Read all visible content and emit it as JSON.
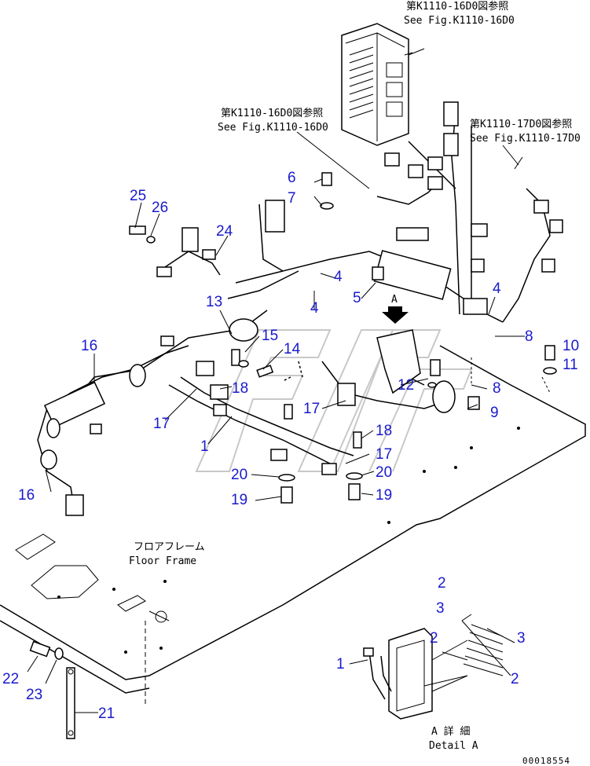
{
  "references": {
    "controller_jp": "第K1110-16D0図参照",
    "controller_en": "See Fig.K1110-16D0",
    "harness_mid_jp": "第K1110-16D0図参照",
    "harness_mid_en": "See Fig.K1110-16D0",
    "harness_right_jp": "第K1110-17D0図参照",
    "harness_right_en": "See Fig.K1110-17D0"
  },
  "floor_frame": {
    "jp": "フロアフレーム",
    "en": "Floor Frame"
  },
  "detail": {
    "letter": "A",
    "title_jp": "A 詳 細",
    "title_en": "Detail A"
  },
  "callouts": {
    "c25": "25",
    "c26": "26",
    "c24": "24",
    "c6": "6",
    "c7": "7",
    "c4a": "4",
    "c4b": "4",
    "c4c": "4",
    "c5": "5",
    "c13": "13",
    "c16a": "16",
    "c15": "15",
    "c14": "14",
    "c18a": "18",
    "c17a": "17",
    "c1": "1",
    "c12": "12",
    "c17b": "17",
    "c9": "9",
    "c8a": "8",
    "c8b": "8",
    "c10": "10",
    "c11": "11",
    "c18b": "18",
    "c17c": "17",
    "c20a": "20",
    "c20b": "20",
    "c19a": "19",
    "c19b": "19",
    "c16b": "16",
    "c2a": "2",
    "c3a": "3",
    "c2b": "2",
    "c3b": "3",
    "c2c": "2",
    "c1b": "1",
    "c22": "22",
    "c23": "23",
    "c21": "21"
  },
  "drawing_number": "00018554"
}
